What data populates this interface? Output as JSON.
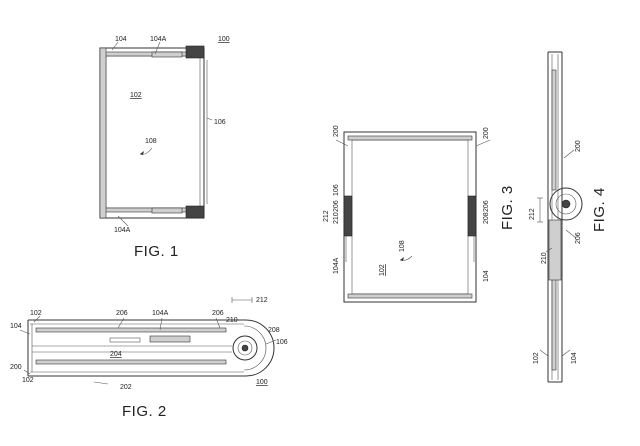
{
  "figures": [
    {
      "caption": "FIG. 1",
      "labels": {
        "r104": "104",
        "r104A_top": "104A",
        "r100": "100",
        "r102": "102",
        "r106": "106",
        "r108": "108",
        "r104A_bottom": "104A"
      }
    },
    {
      "caption": "FIG. 2",
      "labels": {
        "r102": "102",
        "r206a": "206",
        "r104A": "104A",
        "r206b": "206",
        "r212": "212",
        "r210": "210",
        "r104": "104",
        "r208": "208",
        "r106": "106",
        "r204": "204",
        "r200": "200",
        "r102b": "102",
        "r202": "202",
        "r100": "100"
      }
    },
    {
      "caption": "FIG. 3",
      "labels": {
        "r200a": "200",
        "r200b": "200",
        "r106": "106",
        "r212": "212",
        "r210": "210",
        "r206a": "206",
        "r206b": "206",
        "r208": "208",
        "r108": "108",
        "r104A": "104A",
        "r102": "102",
        "r104": "104"
      }
    },
    {
      "caption": "FIG. 4",
      "labels": {
        "r200": "200",
        "r212": "212",
        "r206": "206",
        "r210": "210",
        "r102": "102",
        "r104": "104"
      }
    }
  ]
}
